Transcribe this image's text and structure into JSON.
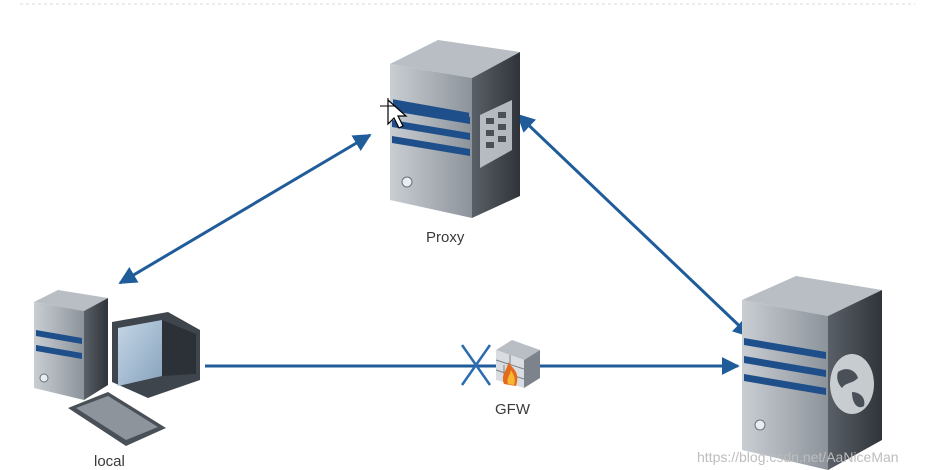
{
  "diagram": {
    "nodes": {
      "proxy": {
        "label": "Proxy"
      },
      "local": {
        "label": "local"
      },
      "gfw": {
        "label": "GFW"
      },
      "remote": {
        "label": ""
      }
    },
    "watermark": "https://blog.csdn.net/AaNiceMan",
    "colors": {
      "arrow": "#1f5c99",
      "block_mark": "#2b6cb0",
      "server_dark": "#3a3f45",
      "server_light": "#9aa0a6",
      "monitor_screen": "#9fb7cc"
    },
    "icons": [
      "proxy-server-icon",
      "local-computer-icon",
      "firewall-brick-icon",
      "remote-server-icon",
      "mouse-cursor-icon"
    ]
  }
}
